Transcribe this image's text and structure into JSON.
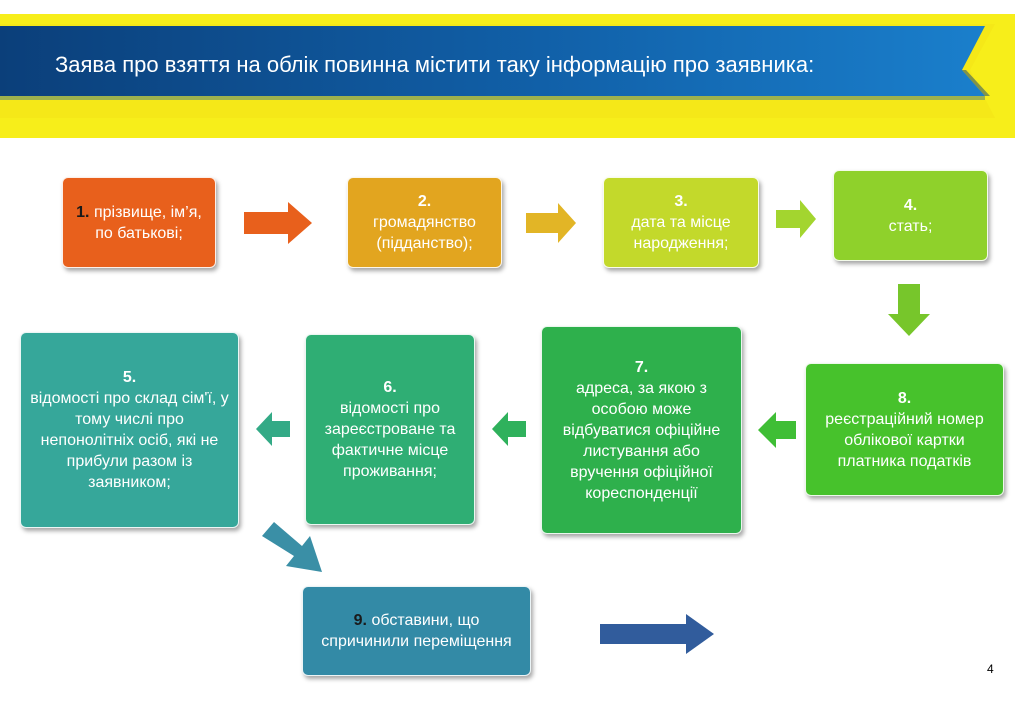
{
  "title": "Заява про взяття на облік повинна містити таку інформацію про заявника:",
  "page_number": "4",
  "colors": {
    "banner_yellow": "#f7ee1a",
    "banner_blue": "#1568b0",
    "banner_dark_blue": "#0b3f7a",
    "box1": "#e8601c",
    "box2": "#e2a51f",
    "box3": "#c3d92b",
    "box4": "#8fd12b",
    "box8": "#47c22c",
    "box7": "#2eb04c",
    "box6": "#2fae74",
    "box5": "#36a79a",
    "box9": "#338aa6"
  },
  "boxes": {
    "b1": {
      "num": "1.",
      "text": "прізвище, ім’я, по батькові;"
    },
    "b2": {
      "num": "2.",
      "text": "громадянство (підданство);"
    },
    "b3": {
      "num": "3.",
      "text": "дата та місце народження;"
    },
    "b4": {
      "num": "4.",
      "text": "стать;"
    },
    "b5": {
      "num": "5.",
      "text": "відомості про склад сім'ї, у тому числі про непонолітніх осіб, які не прибули разом із заявником;"
    },
    "b6": {
      "num": "6.",
      "text": "відомості про зареєстроване та фактичне місце проживання;"
    },
    "b7": {
      "num": "7.",
      "text": "адреса, за якою з особою може відбуватися офіційне листування або вручення офіційної кореспонденції"
    },
    "b8": {
      "num": "8.",
      "text": "реєстраційний номер облікової картки платника податків"
    },
    "b9": {
      "num": "9.",
      "text": "обставини, що спричинили переміщення"
    }
  }
}
